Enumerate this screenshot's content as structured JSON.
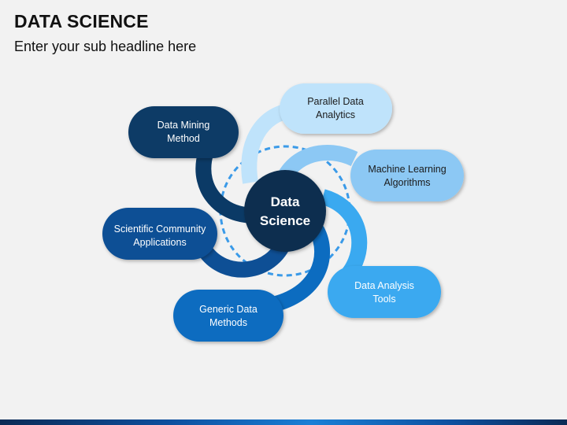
{
  "title": "DATA SCIENCE",
  "subtitle": "Enter your sub headline here",
  "center": {
    "line1": "Data",
    "line2": "Science",
    "color": "#0b2e4f"
  },
  "nodes": [
    {
      "id": "data-mining-method",
      "line1": "Data Mining",
      "line2": "Method",
      "color": "#0b3a66",
      "text_color": "#ffffff"
    },
    {
      "id": "parallel-data-analytics",
      "line1": "Parallel Data",
      "line2": "Analytics",
      "color": "#bfe3fb",
      "text_color": "#1a1a1a"
    },
    {
      "id": "machine-learning-algorithms",
      "line1": "Machine Learning",
      "line2": "Algorithms",
      "color": "#8cc8f4",
      "text_color": "#1a1a1a"
    },
    {
      "id": "data-analysis-tools",
      "line1": "Data Analysis",
      "line2": "Tools",
      "color": "#3aa9f0",
      "text_color": "#ffffff"
    },
    {
      "id": "generic-data-methods",
      "line1": "Generic Data",
      "line2": "Methods",
      "color": "#0c6cc0",
      "text_color": "#ffffff"
    },
    {
      "id": "scientific-community-applications",
      "line1": "Scientific Community",
      "line2": "Applications",
      "color": "#0e4f95",
      "text_color": "#ffffff"
    }
  ],
  "dashed_ring_color": "#3a9ae8"
}
